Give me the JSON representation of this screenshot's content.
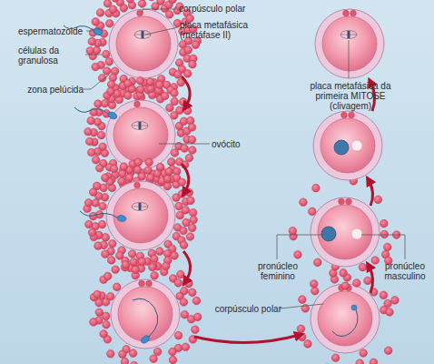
{
  "diagram": {
    "labels": [
      "espermatozoide",
      "corpúsculo polar",
      "células da granulosa",
      "placa metafásica (metáfase II)",
      "zona pelúcida",
      "placa metafásica da primeira MITOSE (clivagem)",
      "ovócito",
      "pronúcleo feminino",
      "pronúcleo masculino",
      "corpúsculo polar"
    ]
  }
}
